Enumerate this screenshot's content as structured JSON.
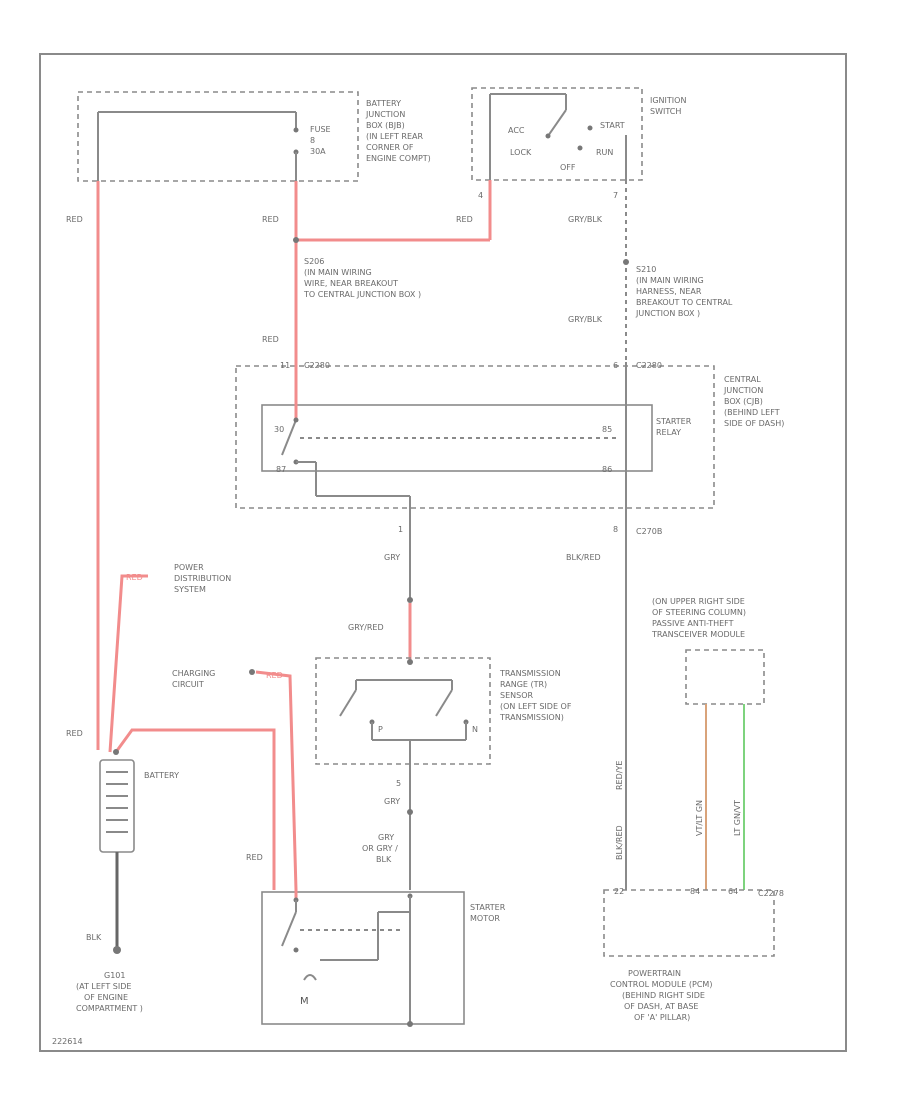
{
  "battery_junction_box": [
    "BATTERY",
    "JUNCTION",
    "BOX (BJB)",
    "(IN LEFT REAR",
    "CORNER OF",
    "ENGINE COMPT)"
  ],
  "fuse_label": [
    "FUSE",
    "8",
    "30A"
  ],
  "ignition_switch": {
    "title": [
      "IGNITION",
      "SWITCH"
    ],
    "acc": "ACC",
    "lock": "LOCK",
    "off": "OFF",
    "start": "START",
    "run": "RUN"
  },
  "splice_s206": [
    "S206",
    "(IN MAIN WIRING",
    "WIRE, NEAR BREAKOUT",
    "TO CENTRAL JUNCTION BOX )"
  ],
  "splice_s210": [
    "S210",
    "(IN MAIN WIRING",
    "HARNESS, NEAR",
    "BREAKOUT TO CENTRAL",
    "JUNCTION BOX )"
  ],
  "wire_labels": {
    "red_left": "RED",
    "red_fuse": "RED",
    "red_ign": "RED",
    "gry_blk_top": "GRY/BLK",
    "gry_blk_mid": "GRY/BLK",
    "red_cjb": "RED",
    "gry": "GRY",
    "blk_red": "BLK/RED",
    "gry_red": "GRY/RED",
    "red_pds": "RED",
    "red_charging": "RED",
    "red_battery": "RED",
    "gry_lower": "GRY",
    "gry_or_blk": [
      "GRY",
      "OR GRY /",
      "BLK"
    ],
    "red_starter": "RED",
    "blk_ground": "BLK",
    "blk_red_vert": "BLK/RED",
    "vt_ltgn": "VT/LT GN",
    "lt_gn_vt": "LT GN/VT",
    "blk_red_v2": "BLK/RED",
    "red_vert2": "RED/YE"
  },
  "connectors": {
    "c2280_left": "C2280",
    "c2280_right": "C2280",
    "c270b": "C270B",
    "c2278": "C2278",
    "pin_4": "4",
    "pin_7": "7",
    "pin_11": "11",
    "pin_1": "1",
    "pin_6": "6",
    "pin_8": "8",
    "pin_5": "5",
    "relay_pin_87": "87",
    "relay_pin_30": "30",
    "relay_pin_85": "85",
    "relay_pin_86": "86",
    "trs_p": "P",
    "trs_n": "N"
  },
  "central_junction_box": [
    "CENTRAL",
    "JUNCTION",
    "BOX (CJB)",
    "(BEHIND LEFT",
    "SIDE OF DASH)"
  ],
  "starter_relay": [
    "STARTER",
    "RELAY"
  ],
  "power_distribution": [
    "POWER",
    "DISTRIBUTION",
    "SYSTEM"
  ],
  "charging_circuit": [
    "CHARGING",
    "CIRCUIT"
  ],
  "transmission_range": [
    "TRANSMISSION",
    "RANGE (TR)",
    "SENSOR",
    "(ON LEFT SIDE OF",
    "TRANSMISSION)"
  ],
  "battery_label": "BATTERY",
  "starter_motor": [
    "STARTER",
    "MOTOR"
  ],
  "ground_g101": [
    "G101",
    "(AT LEFT SIDE",
    "OF ENGINE",
    "COMPARTMENT )"
  ],
  "pats_module": [
    "(ON UPPER RIGHT SIDE",
    "OF STEERING COLUMN)",
    "PASSIVE ANTI-THEFT",
    "TRANSCEIVER MODULE"
  ],
  "pcm": [
    "POWERTRAIN",
    "CONTROL MODULE (PCM)",
    "(BEHIND RIGHT SIDE",
    "OF DASH, AT BASE",
    "OF 'A' PILLAR)"
  ],
  "pcm_pins": [
    "22",
    "84",
    "64"
  ],
  "figure_code": "222614",
  "colors": {
    "power_wire": "#f28c8c",
    "line": "#8a8a8a"
  }
}
